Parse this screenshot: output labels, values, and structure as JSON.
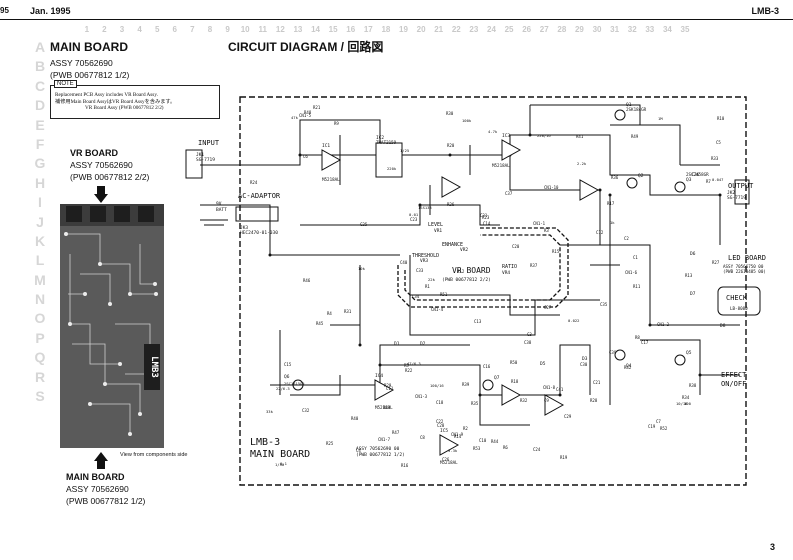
{
  "header": {
    "page_prefix": "95",
    "date": "Jan. 1995",
    "model": "LMB-3",
    "page_number": "3"
  },
  "grid": {
    "letters": [
      "A",
      "B",
      "C",
      "D",
      "E",
      "F",
      "G",
      "H",
      "I",
      "J",
      "K",
      "L",
      "M",
      "N",
      "O",
      "P",
      "Q",
      "R",
      "S"
    ],
    "numbers": [
      "1",
      "2",
      "3",
      "4",
      "5",
      "6",
      "7",
      "8",
      "9",
      "10",
      "11",
      "12",
      "13",
      "14",
      "15",
      "16",
      "17",
      "18",
      "19",
      "20",
      "21",
      "22",
      "23",
      "24",
      "25",
      "26",
      "27",
      "28",
      "29",
      "30",
      "31",
      "32",
      "33",
      "34",
      "35"
    ]
  },
  "main_board": {
    "title": "MAIN BOARD",
    "assy": "ASSY 70562690",
    "pwb": "(PWB 00677812 1/2)"
  },
  "note": {
    "tag": "NOTE",
    "line1": "Replacement PCB Assy includes VR Board Assy.",
    "line2": "補修用Main Board AssyはVR Board Assyを含みます。",
    "line3": "VR Board Assy (PWB 00677812 2/2)"
  },
  "circuit_title": "CIRCUIT DIAGRAM / 回路図",
  "vr_board": {
    "title": "VR BOARD",
    "assy": "ASSY 70562690",
    "pwb": "(PWB 00677812 2/2)"
  },
  "bottom_main_board": {
    "title": "MAIN BOARD",
    "assy": "ASSY 70562690",
    "pwb": "(PWB 00677812 1/2)",
    "view_note": "View from components side"
  },
  "pcb_silk": "LMB3",
  "schematic": {
    "input_label": "INPUT",
    "input_jack": "JK1",
    "input_jack_part": "SG-7719",
    "batt_label": "BATT",
    "batt_part": "9V",
    "adaptor_label": "AC-ADAPTOR",
    "adaptor_jack": "JK3",
    "adaptor_part": "HEC2470-01-030",
    "output_label": "OUTPUT",
    "output_jack": "JK2",
    "output_part": "SG-7719",
    "led_board": "LED BOARD",
    "led_assy": "ASSY 70566750 00",
    "led_pwb": "(PWB 22610485 00)",
    "check_label": "CHECK",
    "check_led": "LB-8080",
    "effect_label": "EFFECT",
    "onoff_label": "ON/OFF",
    "vr_board_label": "VR BOARD",
    "vr_pwb": "(PWB 00677812 2/2)",
    "main_board_label": "LMB-3",
    "main_board_sub": "MAIN BOARD",
    "main_assy": "ASSY 70562690 00",
    "main_pwb": "(PWB 00677812 1/2)",
    "level_label": "LEVEL",
    "enhance_label": "ENHANCE",
    "threshold_label": "THRESHOLD",
    "ratio_label": "RATIO",
    "vr1": "VR1",
    "vr2": "VR2",
    "vr3": "VR3",
    "vr4": "VR4",
    "ic1": "IC1",
    "ic1_part": "M5218AL",
    "ic2": "IC2",
    "ic2_part": "THAT2159",
    "ic3": "IC3",
    "ic3_part": "M5218AL",
    "ic4": "IC4",
    "ic4_part": "M5218AL",
    "ic5": "IC5",
    "ic5_part": "M5218AL",
    "q1": "Q1",
    "q1_part": "2SK184GR",
    "q2": "Q2",
    "q3": "Q3",
    "q3_part": "2SC2458GR",
    "q4": "Q4",
    "q5": "Q5",
    "q6": "Q6",
    "q7": "Q7",
    "d1": "D1",
    "d2": "D2",
    "d3": "D3",
    "d5": "D5",
    "d6": "D6",
    "d7": "D7",
    "led_d8": "D8",
    "r_labels": [
      "R1",
      "R2",
      "R3",
      "R4",
      "R5",
      "R6",
      "R7",
      "R8",
      "R9",
      "R10",
      "R11",
      "R12",
      "R13",
      "R14",
      "R15",
      "R16",
      "R17",
      "R18",
      "R19",
      "R20",
      "R21",
      "R22",
      "R23",
      "R24",
      "R25",
      "R26",
      "R27",
      "R28",
      "R29",
      "R30",
      "R31",
      "R32",
      "R33",
      "R34",
      "R35",
      "R36",
      "R37",
      "R38",
      "R39",
      "R40",
      "R41",
      "R42",
      "R43",
      "R44",
      "R45",
      "R46",
      "R47",
      "R48",
      "R49",
      "R50",
      "R51",
      "R52",
      "R53"
    ],
    "c_labels": [
      "C1",
      "C2",
      "C3",
      "C4",
      "C5",
      "C6",
      "C7",
      "C8",
      "C9",
      "C10",
      "C11",
      "C12",
      "C13",
      "C14",
      "C15",
      "C16",
      "C17",
      "C18",
      "C19",
      "C20",
      "C21",
      "C22",
      "C23",
      "C24",
      "C25",
      "C26",
      "C27",
      "C28",
      "C29",
      "C30",
      "C31",
      "C32",
      "C33",
      "C34",
      "C35",
      "C36",
      "C37",
      "C38",
      "C39",
      "C40",
      "C41"
    ],
    "values": [
      "10k",
      "47k",
      "100k",
      "1M",
      "22k",
      "4.7k",
      "1k",
      "220k",
      "3.3k",
      "2.2k",
      "33k",
      "100",
      "47/6.3",
      "10/16",
      "1/50",
      "0.1",
      "0.022",
      "0.047",
      "100/16",
      "220/16",
      "0.01",
      "22/6.3",
      "1SS133",
      "1/25",
      "2SC1815GR"
    ],
    "cn_labels": [
      "CN1-1",
      "CN1-2",
      "CN1-3",
      "CN1-4",
      "CN1-5",
      "CN1-6",
      "CN1-7",
      "CN1-8",
      "CN1-9",
      "CN1-10"
    ]
  }
}
